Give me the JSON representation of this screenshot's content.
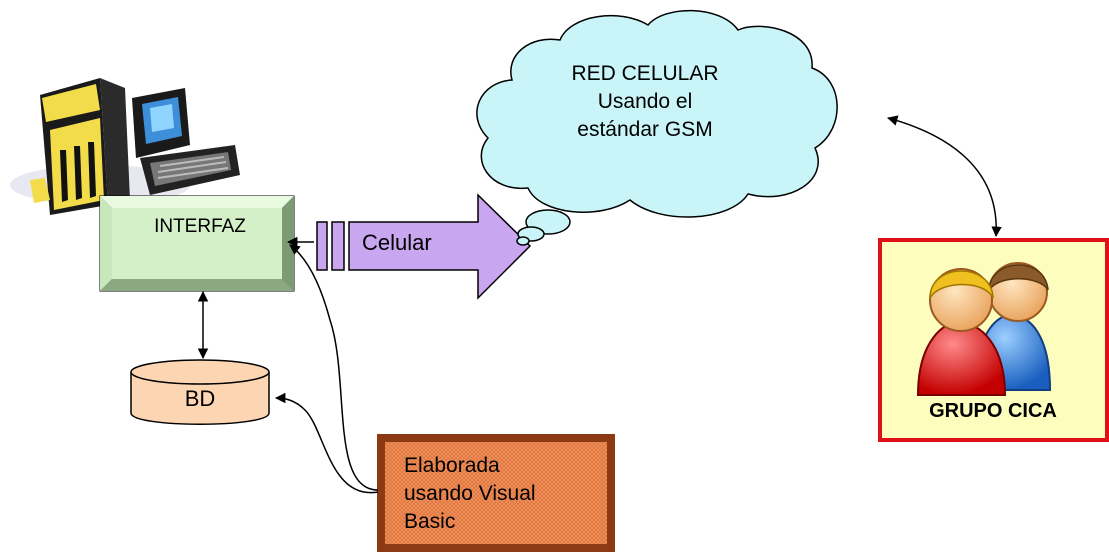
{
  "nodes": {
    "interfaz": {
      "label": "INTERFAZ"
    },
    "celular": {
      "label": "Celular"
    },
    "bd": {
      "label": "BD"
    },
    "red": {
      "lines": [
        "RED CELULAR",
        "Usando el",
        "estándar GSM"
      ]
    },
    "vb": {
      "lines": [
        "Elaborada",
        "usando Visual",
        "Basic"
      ]
    },
    "grupo": {
      "label": "GRUPO CICA"
    }
  },
  "icons": {
    "computer": "computer-clipart-icon",
    "users": "users-icon"
  },
  "colors": {
    "interfaz_fill": "#d4f0c8",
    "celular_fill": "#c9a6f0",
    "cloud_fill": "#c9f5f9",
    "bd_fill": "#fcd5b3",
    "vb_fill": "#e2733a",
    "vb_border": "#8c3a14",
    "grupo_fill": "#fdfdbd",
    "grupo_border": "#e0101b"
  }
}
